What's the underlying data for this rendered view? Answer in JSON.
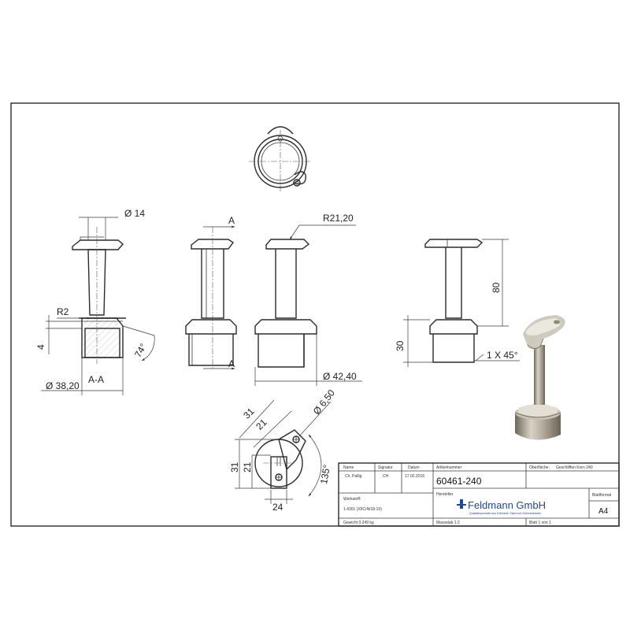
{
  "dimensions": {
    "diam_14": "Ø 14",
    "r2": "R2",
    "four": "4",
    "angle_74": "74°",
    "section_label": "A-A",
    "diam_38_20": "Ø 38,20",
    "section_a_top": "A",
    "section_a_bottom": "A",
    "r21_20": "R21,20",
    "diam_42_40": "Ø 42,40",
    "eighty": "80",
    "thirty": "30",
    "chamfer": "1 X 45°",
    "d31_top": "31",
    "d21_top": "21",
    "diam_6_50": "Ø 6,50",
    "d31_left": "31",
    "d21_left": "21",
    "d24": "24",
    "angle_135": "135°"
  },
  "title_block": {
    "col_name": "Name",
    "col_signatur": "Signatur",
    "col_datum": "Datum",
    "name_value": "Ch. Pallig",
    "signatur_value": "CH",
    "datum_value": "17.02.2016",
    "article_label": "Artikelnummer",
    "article_number": "60461-240",
    "surface_label": "Oberfläche:",
    "surface_value": "Geschliffen Korn 240",
    "material_label": "Werkstoff:",
    "material_value": "1.4301 (X5CrNi18-10)",
    "maker_label": "Hersteller",
    "brand_name": "Feldmann GmbH",
    "brand_sub": "Qualitätsprodukte aus Edelstahl, Stahl und Schmiedeeisen",
    "format_label": "Blattformat",
    "format_value": "A4",
    "weight": "Gewicht 0.249 kg",
    "scale": "Massstab 1:2",
    "sheet": "Blatt 1 von 1"
  },
  "colors": {
    "line": "#2b2b2b",
    "brand": "#1b4a9e"
  }
}
